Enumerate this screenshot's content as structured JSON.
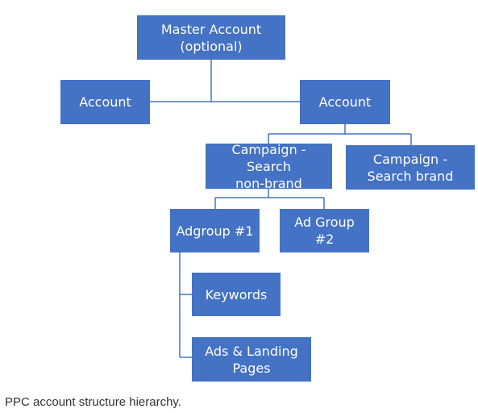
{
  "diagram": {
    "nodes": {
      "master": "Master Account\n(optional)",
      "account_left": "Account",
      "account_right": "Account",
      "campaign_nonbrand": "Campaign - Search\nnon-brand",
      "campaign_brand": "Campaign -\nSearch brand",
      "adgroup1": "Adgroup #1",
      "adgroup2": "Ad Group  #2",
      "keywords": "Keywords",
      "ads_landing": "Ads & Landing\nPages"
    },
    "colors": {
      "box_fill": "#4472c4",
      "box_text": "#ffffff",
      "line": "#4472c4"
    }
  },
  "caption": "PPC account structure hierarchy."
}
